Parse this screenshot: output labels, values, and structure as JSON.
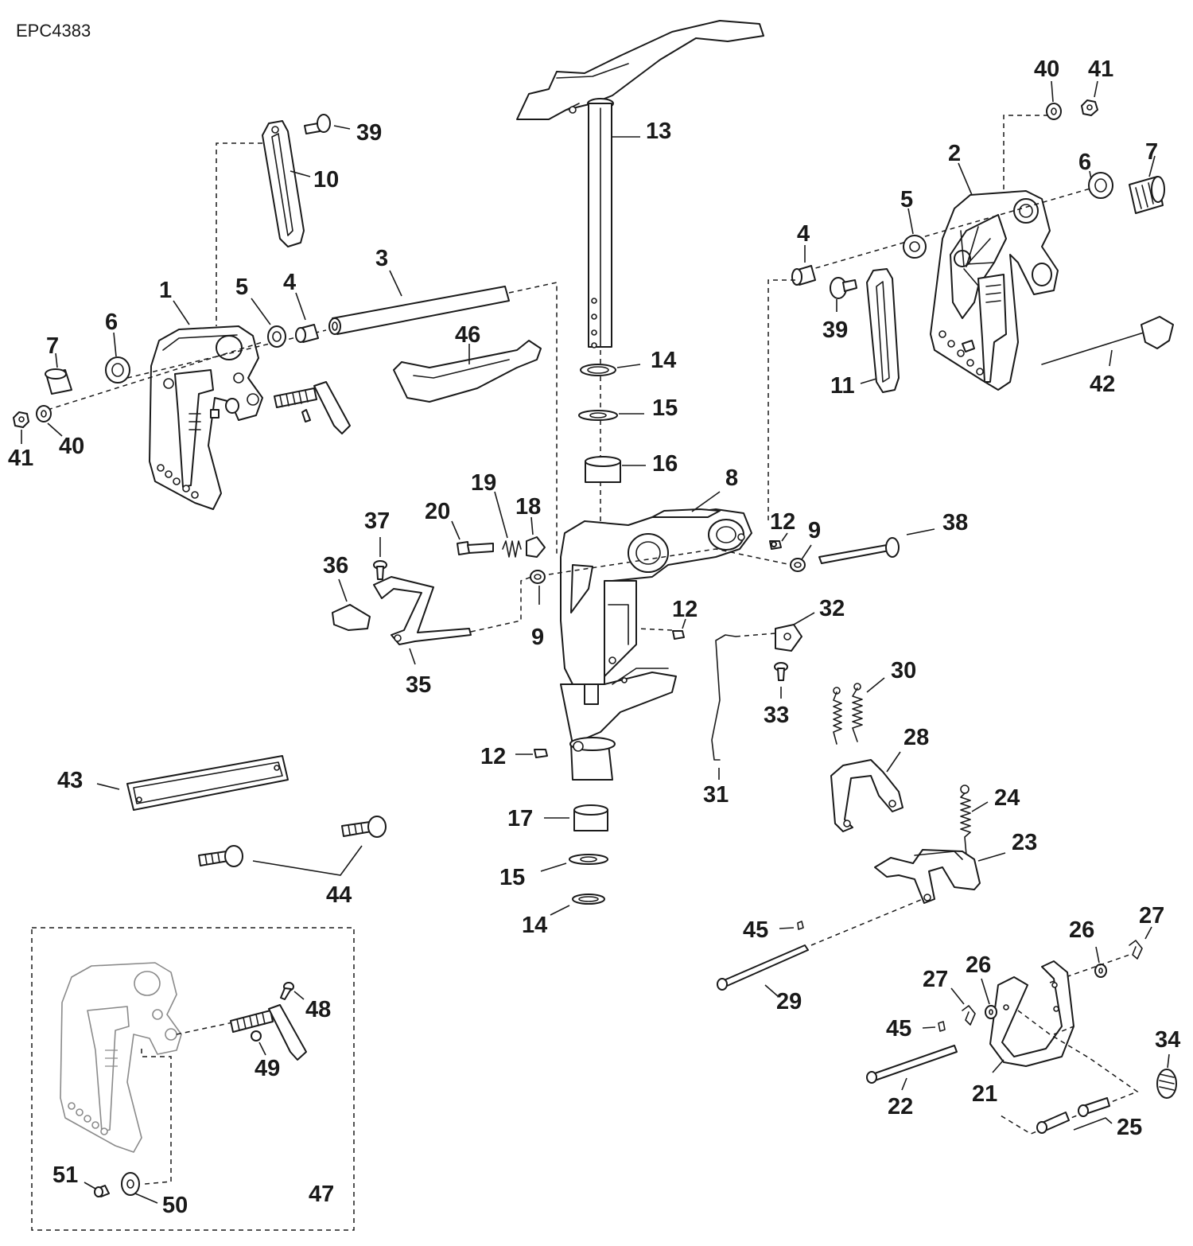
{
  "diagram_id": "EPC4383",
  "callouts": {
    "c1": "1",
    "c2": "2",
    "c3": "3",
    "c4a": "4",
    "c4b": "4",
    "c5a": "5",
    "c5b": "5",
    "c6a": "6",
    "c6b": "6",
    "c7a": "7",
    "c7b": "7",
    "c8": "8",
    "c9a": "9",
    "c9b": "9",
    "c10": "10",
    "c11": "11",
    "c12a": "12",
    "c12b": "12",
    "c12c": "12",
    "c13": "13",
    "c14a": "14",
    "c14b": "14",
    "c15a": "15",
    "c15b": "15",
    "c16": "16",
    "c17": "17",
    "c18": "18",
    "c19": "19",
    "c20": "20",
    "c21": "21",
    "c22": "22",
    "c23": "23",
    "c24": "24",
    "c25": "25",
    "c26a": "26",
    "c26b": "26",
    "c27a": "27",
    "c27b": "27",
    "c28": "28",
    "c29": "29",
    "c30": "30",
    "c31": "31",
    "c32": "32",
    "c33": "33",
    "c34": "34",
    "c35": "35",
    "c36": "36",
    "c37": "37",
    "c38": "38",
    "c39a": "39",
    "c39b": "39",
    "c40a": "40",
    "c40b": "40",
    "c41a": "41",
    "c41b": "41",
    "c42": "42",
    "c43": "43",
    "c44": "44",
    "c45a": "45",
    "c45b": "45",
    "c46": "46",
    "c47": "47",
    "c48": "48",
    "c49": "49",
    "c50": "50",
    "c51": "51"
  }
}
